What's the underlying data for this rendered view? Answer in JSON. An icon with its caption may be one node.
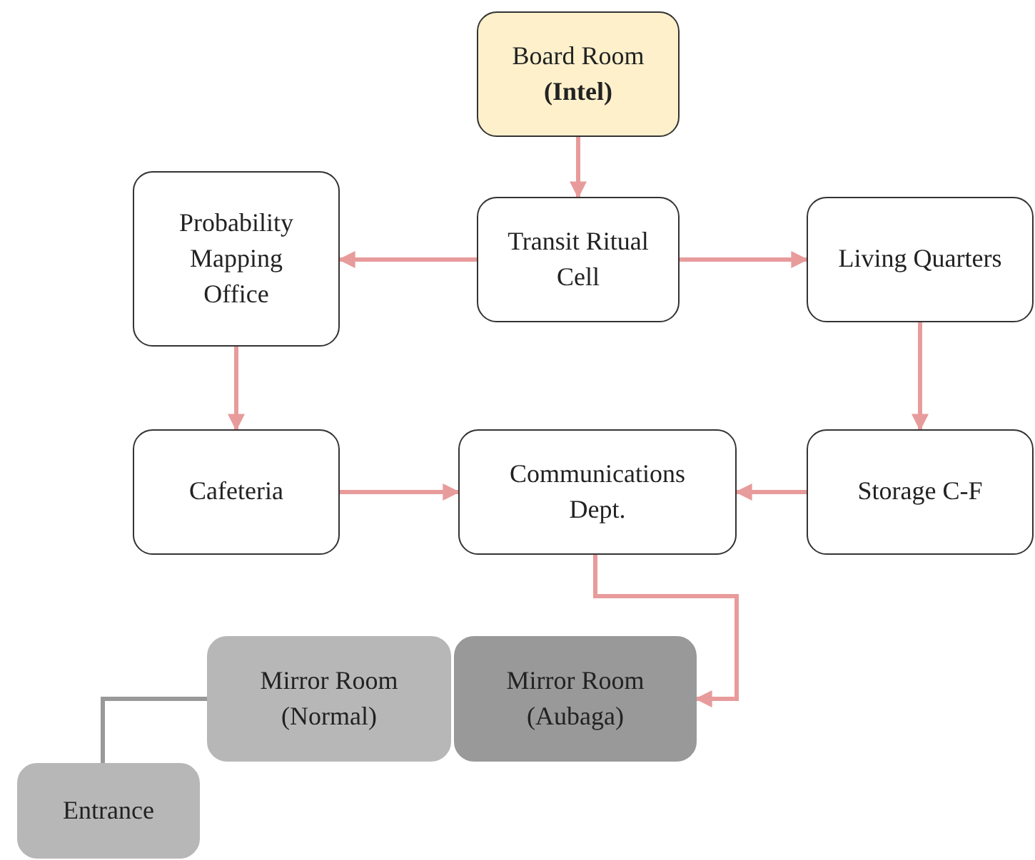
{
  "diagram": {
    "nodes": [
      {
        "text": [
          "Board Room **(Intel)**"
        ]
      },
      {
        "text": [
          "Probability Mapping Office"
        ]
      },
      {
        "text": [
          "Transit Ritual Cell"
        ]
      },
      {
        "text": [
          "Living Quarters"
        ]
      },
      {
        "text": [
          "Cafeteria"
        ]
      },
      {
        "text": [
          "Communications Dept."
        ]
      },
      {
        "text": [
          "Storage C-F"
        ]
      },
      {
        "text": [
          "Mirror Room (Normal)"
        ]
      },
      {
        "text": [
          "Mirror Room (Aubaga)"
        ]
      },
      {
        "text": [
          "Entrance"
        ]
      }
    ],
    "edges": [
      {
        "from": 0,
        "to": 2,
        "arrow": "to"
      },
      {
        "from": 2,
        "to": 1,
        "arrow": "to"
      },
      {
        "from": 2,
        "to": 3,
        "arrow": "to"
      },
      {
        "from": 1,
        "to": 4,
        "arrow": "to"
      },
      {
        "from": 3,
        "to": 6,
        "arrow": "to"
      },
      {
        "from": 4,
        "to": 5,
        "arrow": "to"
      },
      {
        "from": 6,
        "to": 5,
        "arrow": "to"
      },
      {
        "from": 5,
        "to": 8,
        "arrow": "to"
      },
      {
        "from": 7,
        "to": 9,
        "arrow": "none",
        "color": "#999999"
      }
    ]
  }
}
